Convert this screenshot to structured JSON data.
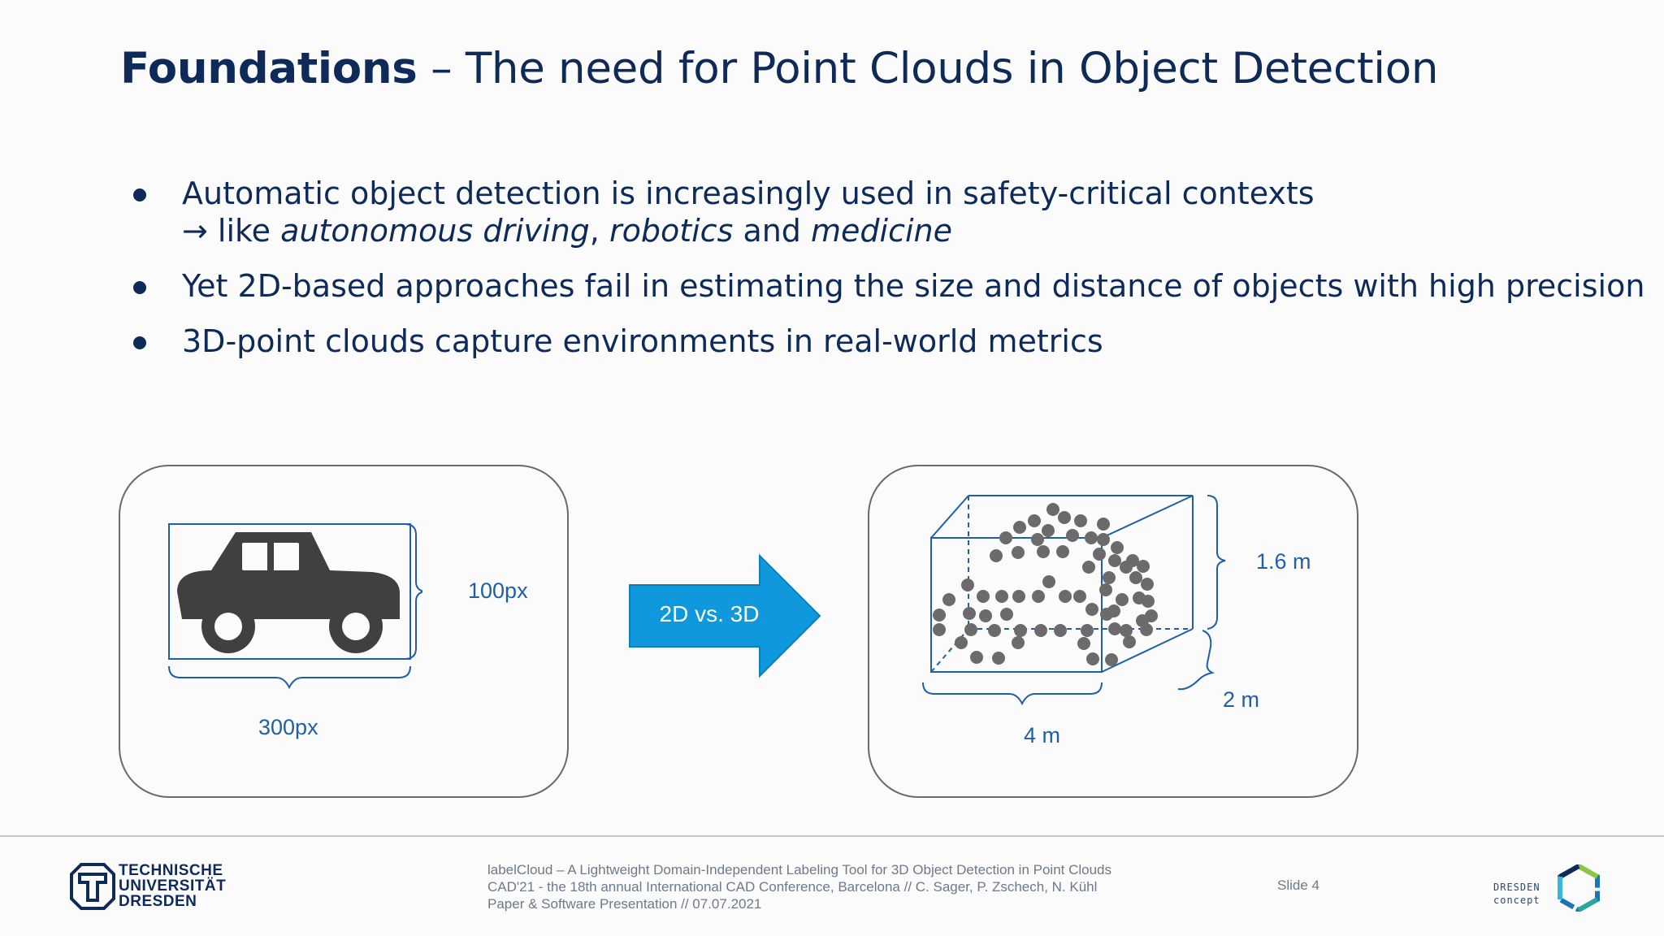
{
  "header": {
    "title_bold": "Foundations",
    "title_rest": " – The need for Point Clouds in Object Detection"
  },
  "bullets": [
    {
      "text": "Automatic object detection is increasingly used in safety-critical contexts",
      "sub_prefix": "→ like ",
      "sub_em1": "autonomous driving",
      "sub_sep": ", ",
      "sub_em2": "robotics",
      "sub_and": " and ",
      "sub_em3": "medicine"
    },
    {
      "text": "Yet 2D-based approaches fail in estimating the size and distance of objects with high precision"
    },
    {
      "text": "3D-point clouds capture environments in real-world metrics"
    }
  ],
  "figure": {
    "left": {
      "height_label": "100px",
      "width_label": "300px",
      "icon": "car-icon"
    },
    "arrow_label": "2D vs. 3D",
    "right": {
      "height_label": "1.6 m",
      "depth_label": "2 m",
      "width_label": "4 m"
    }
  },
  "footer": {
    "university_line1": "TECHNISCHE",
    "university_line2": "UNIVERSITÄT",
    "university_line3": "DRESDEN",
    "info_line1": "labelCloud – A Lightweight Domain-Independent Labeling Tool for 3D Object Detection in Point Clouds",
    "info_line2": "CAD'21 - the 18th annual International CAD Conference, Barcelona // C. Sager, P. Zschech, N. Kühl",
    "info_line3": "Paper & Software Presentation // 07.07.2021",
    "slide_number": "Slide 4",
    "partner_line1": "DRESDEN",
    "partner_line2": "concept"
  },
  "colors": {
    "text_navy": "#0e2a59",
    "accent_blue": "#1f5fa6",
    "arrow_blue": "#0f99dc",
    "point_gray": "#6b6b6b"
  }
}
